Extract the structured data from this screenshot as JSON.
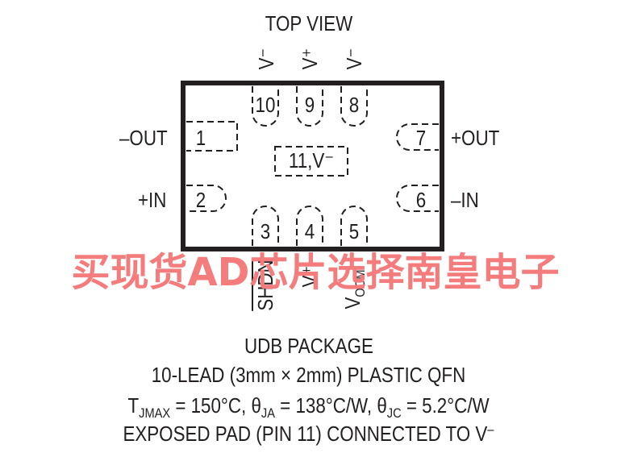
{
  "view_label": "TOP VIEW",
  "top_pins": [
    {
      "number": "10",
      "name": "V⁻"
    },
    {
      "number": "9",
      "name": "V⁺"
    },
    {
      "number": "8",
      "name": "V⁻"
    }
  ],
  "left_pins": [
    {
      "number": "1",
      "name": "–OUT"
    },
    {
      "number": "2",
      "name": "+IN"
    }
  ],
  "right_pins": [
    {
      "number": "7",
      "name": "+OUT"
    },
    {
      "number": "6",
      "name": "–IN"
    }
  ],
  "bottom_pins": [
    {
      "number": "3",
      "name": "SHDN"
    },
    {
      "number": "4",
      "name": "V⁺"
    },
    {
      "number": "5",
      "name_main": "V",
      "name_sub": "OCM"
    }
  ],
  "exposed_pad_label": "11,V⁻",
  "watermark": "买现货AD芯片选择南皇电子",
  "package_name": "UDB PACKAGE",
  "package_desc": "10-LEAD (3mm × 2mm) PLASTIC QFN",
  "thermal": {
    "tj_symbol": "T",
    "tj_sub": "JMAX",
    "tj_value": " = 150°C, ",
    "ja_symbol": "θ",
    "ja_sub": "JA",
    "ja_value": " = 138°C/W, ",
    "jc_symbol": "θ",
    "jc_sub": "JC",
    "jc_value": " = 5.2°C/W"
  },
  "exposed_pad_note_main": "EXPOSED PAD (PIN 11) CONNECTED TO V",
  "exposed_pad_note_sup": "–"
}
